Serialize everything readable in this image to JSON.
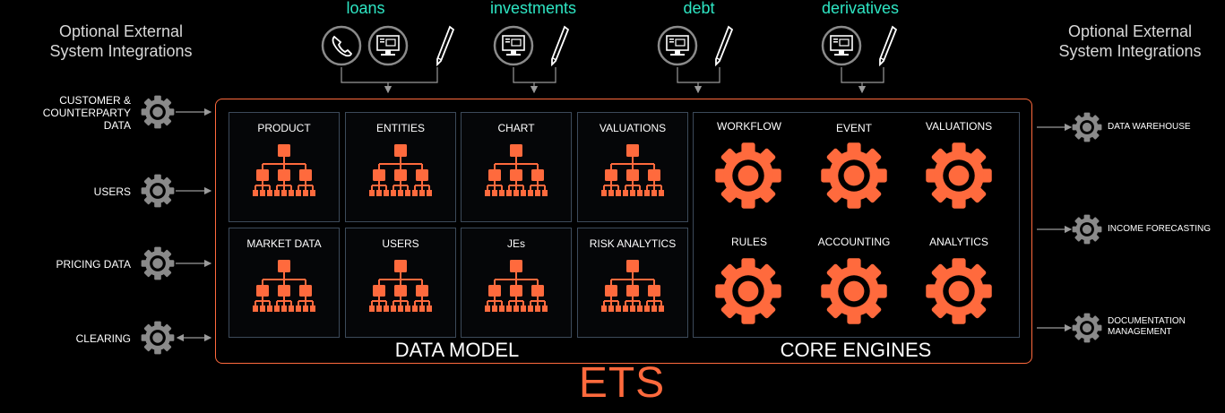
{
  "external_left_header": "Optional External\nSystem Integrations",
  "external_right_header": "Optional External\nSystem Integrations",
  "categories": [
    "loans",
    "investments",
    "debt",
    "derivatives"
  ],
  "inputs": [
    "CUSTOMER &\nCOUNTERPARTY\nDATA",
    "USERS",
    "PRICING DATA",
    "CLEARING"
  ],
  "outputs": [
    "DATA  WAREHOUSE",
    "INCOME FORECASTING",
    "DOCUMENTATION\nMANAGEMENT"
  ],
  "data_model": {
    "title": "DATA MODEL",
    "cells": [
      "PRODUCT",
      "ENTITIES",
      "CHART",
      "VALUATIONS",
      "MARKET DATA",
      "USERS",
      "JEs",
      "RISK ANALYTICS"
    ]
  },
  "core_engines": {
    "title": "CORE ENGINES",
    "items": [
      "WORKFLOW",
      "EVENT",
      "VALUATIONS",
      "RULES",
      "ACCOUNTING",
      "ANALYTICS"
    ]
  },
  "platform_name": "ETS",
  "colors": {
    "accent": "#ff6a3d",
    "category": "#2ee6c4",
    "cell_border": "#3c4a5a",
    "icon_grey": "#8a8a8a"
  }
}
